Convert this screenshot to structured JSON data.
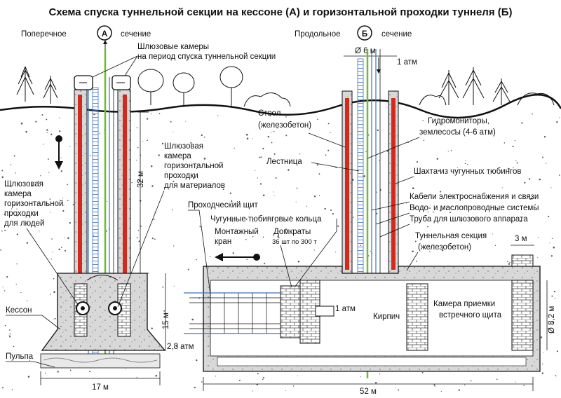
{
  "title": "Схема спуска туннельной секции на кессоне (А) и горизонтальной проходки туннеля (Б)",
  "section_a": {
    "left": "Поперечное",
    "letter": "А",
    "right": "сечение"
  },
  "section_b": {
    "left": "Продольное",
    "letter": "Б",
    "right": "сечение"
  },
  "labels": {
    "airlocks_top_1": "Шлюзовые камеры",
    "airlocks_top_2": "на период спуска туннельной секции",
    "mat_airlock_1": "Шлюзовая",
    "mat_airlock_2": "камера",
    "mat_airlock_3": "горизонтальной",
    "mat_airlock_4": "проходки",
    "mat_airlock_5": "для материалов",
    "ppl_airlock_1": "Шлюзовая",
    "ppl_airlock_2": "камера",
    "ppl_airlock_3": "горизонтальной",
    "ppl_airlock_4": "проходки",
    "ppl_airlock_5": "для людей",
    "caisson": "Кессон",
    "slurry": "Пульпа",
    "shield": "Проходческий щит",
    "rings": "Чугунные тюбинговые кольца",
    "crane_1": "Монтажный",
    "crane_2": "кран",
    "jacks": "Домкраты",
    "jacks_sub": "36 шт по 300 т",
    "shaft_1": "Ствол",
    "shaft_2": "(железобетон)",
    "ladder": "Лестница",
    "hydro_1": "Гидромониторы,",
    "hydro_2": "землесосы (4-6 атм)",
    "tubing_shaft": "Шахта из чугунных тюбингов",
    "cables": "Кабели электроснабжения и связи",
    "water": "Водо- и маслопроводные системы",
    "pipe": "Труба для шлюзового аппарата",
    "tunnel_sec_1": "Туннельная секция",
    "tunnel_sec_2": "(железобетон)",
    "brick": "Кирпич",
    "receiving_1": "Камера приемки",
    "receiving_2": "встречного щита"
  },
  "dimensions": {
    "d32": "32 м",
    "d15": "15 м",
    "d17": "17 м",
    "d52": "52 м",
    "d6": "Ø 6 м",
    "d3": "3 м",
    "d8_2": "Ø 8,2 м",
    "p1_top": "1 атм",
    "p1_mid": "1 атм",
    "p2_8": "2,8 атм"
  },
  "colors": {
    "red": "#d42a1e",
    "blue": "#3a6fc4",
    "green": "#6cbf2a",
    "ground": "#111111"
  },
  "icons": [
    "tree-icon",
    "bush-icon",
    "arrow-down-icon",
    "arrow-left-icon",
    "airlock-circle-icon"
  ]
}
